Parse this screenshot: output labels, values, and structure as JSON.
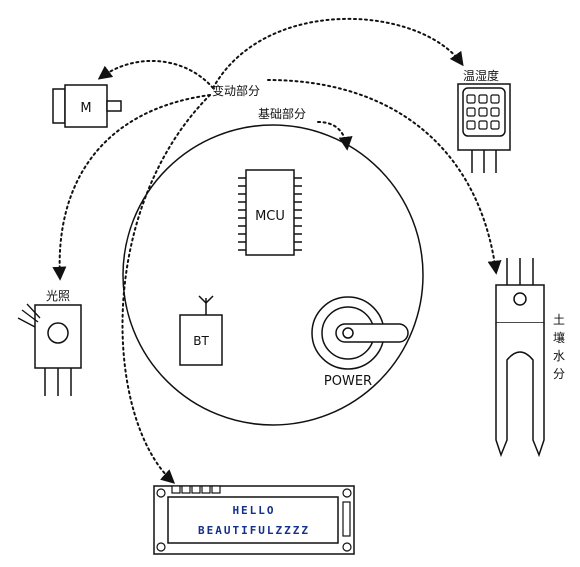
{
  "labels": {
    "variable_part": "变动部分",
    "base_part": "基础部分",
    "humidity_temp": "温湿度",
    "light": "光照",
    "soil_moisture": [
      "土",
      "壤",
      "水",
      "分"
    ],
    "motor": "M",
    "mcu": "MCU",
    "bt": "BT",
    "power": "POWER"
  },
  "lcd": {
    "line1": "HELLO",
    "line2": "BEAUTIFULZZZZ"
  },
  "colors": {
    "stroke": "#111111",
    "lcd_text": "#14308a"
  }
}
